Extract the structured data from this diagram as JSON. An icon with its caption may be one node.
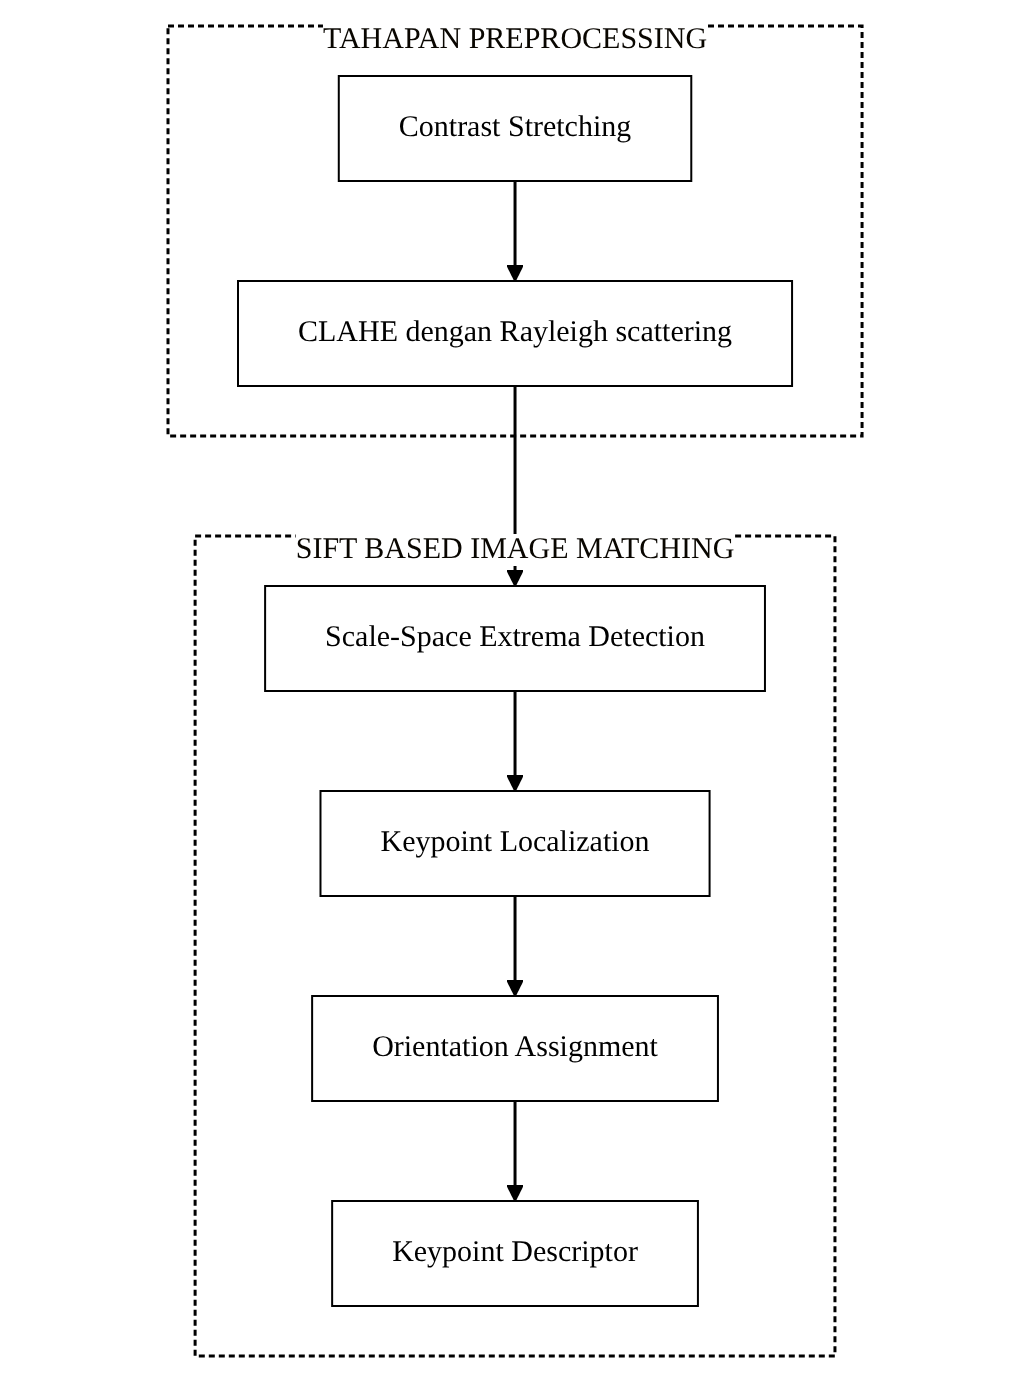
{
  "diagram": {
    "nodes": [
      {
        "text": [
          "TAHAPAN PREPROCESSING"
        ]
      },
      {
        "text": [
          "Contrast Stretching"
        ],
        "in": 0
      },
      {
        "text": [
          "CLAHE dengan Rayleigh scattering"
        ],
        "in": 0
      },
      {
        "text": [
          "SIFT BASED IMAGE MATCHING"
        ]
      },
      {
        "text": [
          "Scale-Space Extrema Detection"
        ],
        "in": 3
      },
      {
        "text": [
          "Keypoint Localization"
        ],
        "in": 3
      },
      {
        "text": [
          "Orientation Assignment"
        ],
        "in": 3
      },
      {
        "text": [
          "Keypoint Descriptor"
        ],
        "in": 3
      }
    ],
    "edges": [
      {
        "from": 1,
        "to": 2,
        "arrow": "to"
      },
      {
        "from": 2,
        "to": 4,
        "arrow": "to"
      },
      {
        "from": 4,
        "to": 5,
        "arrow": "to"
      },
      {
        "from": 5,
        "to": 6,
        "arrow": "to"
      },
      {
        "from": 6,
        "to": 7,
        "arrow": "to"
      }
    ]
  }
}
